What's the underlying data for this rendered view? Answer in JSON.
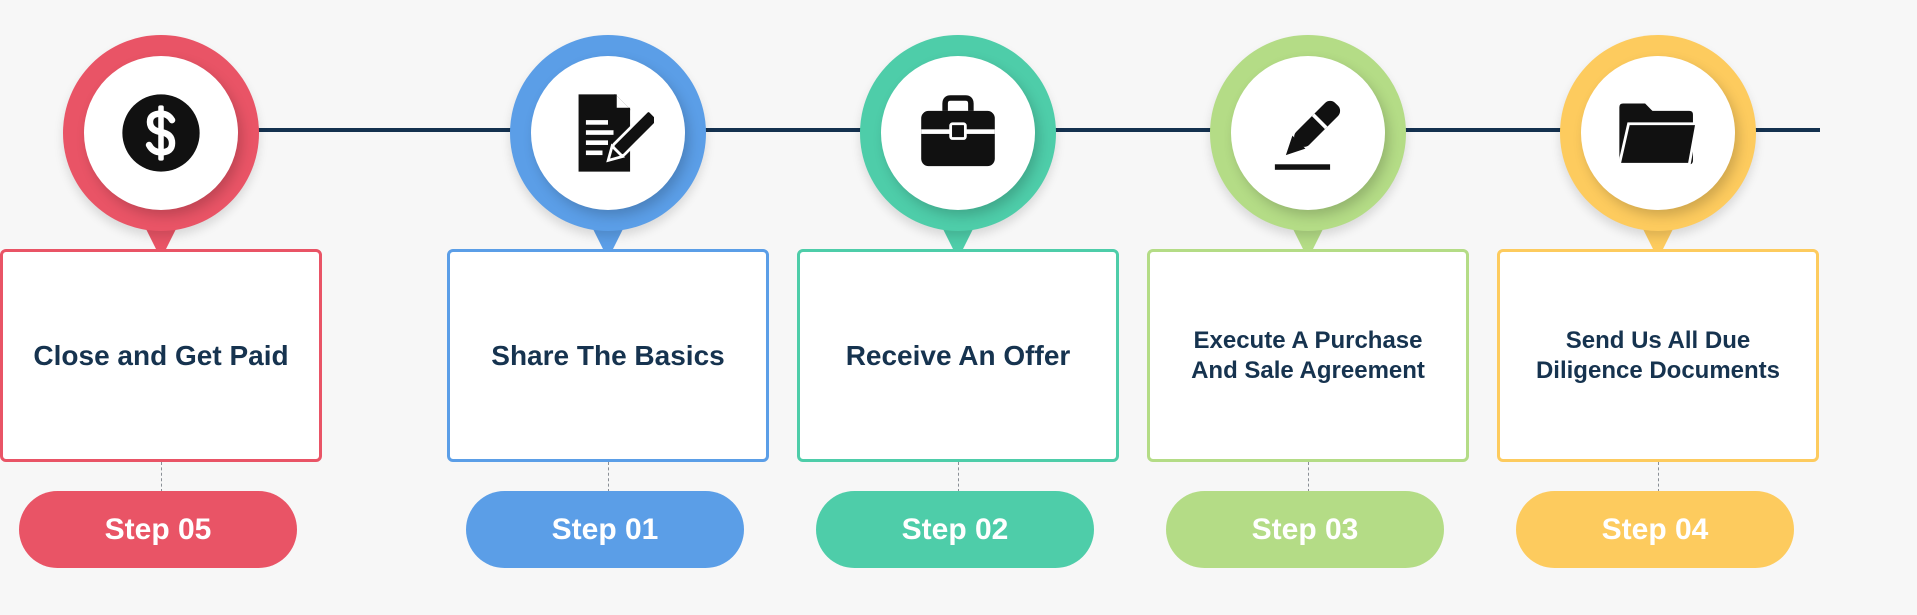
{
  "accent_colors": {
    "step_1": "#5b9ee7",
    "step_2": "#4ecda9",
    "step_3": "#b4dc86",
    "step_4": "#fdcb5e",
    "step_5": "#e95466",
    "timeline": "#14314f",
    "text": "#16334f"
  },
  "steps": [
    {
      "title": "Share The Basics",
      "badge": "Step 01",
      "icon": "document-pen-icon"
    },
    {
      "title": "Receive An Offer",
      "badge": "Step 02",
      "icon": "briefcase-icon"
    },
    {
      "title": "Execute A Purchase And Sale Agreement",
      "badge": "Step 03",
      "icon": "pen-signature-icon"
    },
    {
      "title": "Send Us All Due Diligence Documents",
      "badge": "Step 04",
      "icon": "folder-icon"
    },
    {
      "title": "Close and Get Paid",
      "badge": "Step 05",
      "icon": "dollar-circle-icon"
    }
  ]
}
